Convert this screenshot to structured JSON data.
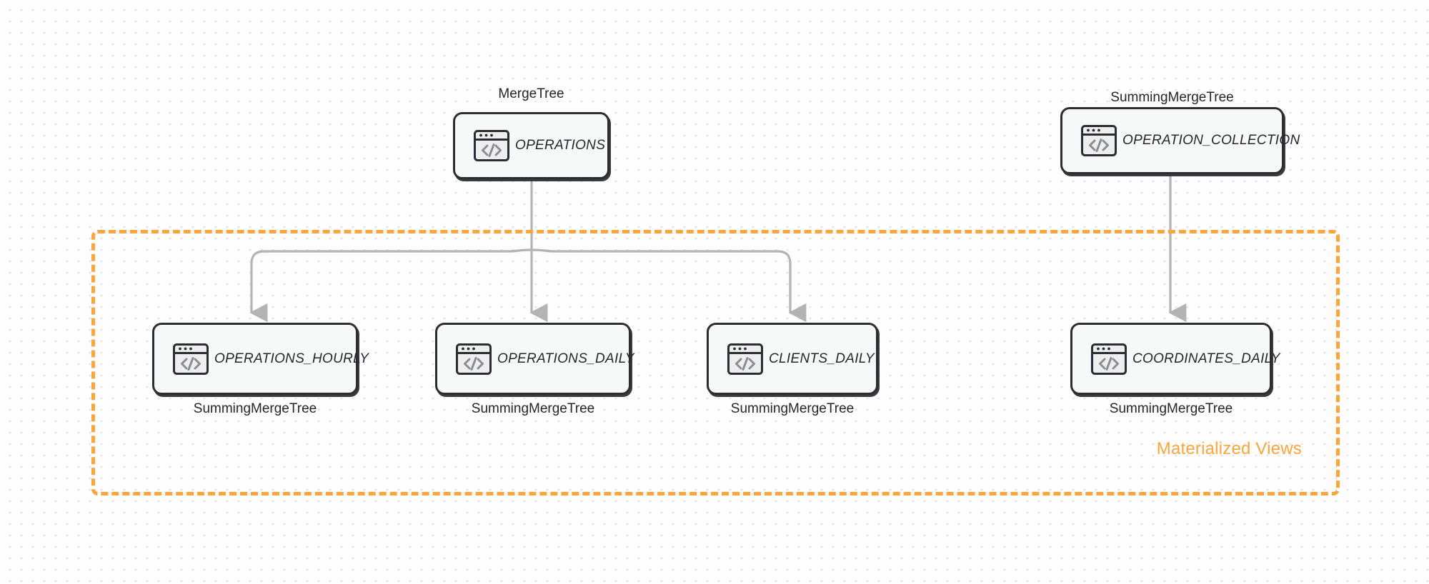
{
  "diagram": {
    "title": "ClickHouse tables and materialized views",
    "colors": {
      "accent_orange": "#f9a63a",
      "node_border": "#2b2d33",
      "node_fill": "#f7f8f8",
      "edge_gray": "#b3b3b3",
      "background": "#fdfdfd"
    },
    "group": {
      "label": "Materialized Views",
      "style": "dashed"
    },
    "nodes": [
      {
        "id": "operations",
        "label": "OPERATIONS",
        "engine": "MergeTree",
        "engine_position": "above",
        "icon": "code-window-icon"
      },
      {
        "id": "operation_collection",
        "label": "OPERATION_COLLECTION",
        "engine": "SummingMergeTree",
        "engine_position": "above",
        "icon": "code-window-icon"
      },
      {
        "id": "operations_hourly",
        "label": "OPERATIONS_HOURLY",
        "engine": "SummingMergeTree",
        "engine_position": "below",
        "icon": "code-window-icon"
      },
      {
        "id": "operations_daily",
        "label": "OPERATIONS_DAILY",
        "engine": "SummingMergeTree",
        "engine_position": "below",
        "icon": "code-window-icon"
      },
      {
        "id": "clients_daily",
        "label": "CLIENTS_DAILY",
        "engine": "SummingMergeTree",
        "engine_position": "below",
        "icon": "code-window-icon"
      },
      {
        "id": "coordinates_daily",
        "label": "COORDINATES_DAILY",
        "engine": "SummingMergeTree",
        "engine_position": "below",
        "icon": "code-window-icon"
      }
    ],
    "edges": [
      {
        "from": "operations",
        "to": "operations_hourly",
        "style": "arrow"
      },
      {
        "from": "operations",
        "to": "operations_daily",
        "style": "arrow"
      },
      {
        "from": "operations",
        "to": "clients_daily",
        "style": "arrow"
      },
      {
        "from": "operation_collection",
        "to": "coordinates_daily",
        "style": "arrow"
      }
    ]
  }
}
